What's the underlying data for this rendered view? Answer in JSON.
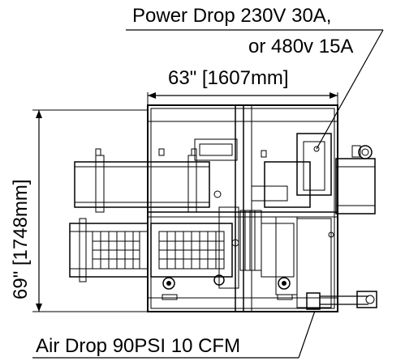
{
  "labels": {
    "power_line1": "Power Drop 230V 30A,",
    "power_line2": "or 480v 15A",
    "width_dimension": "63\" [1607mm]",
    "height_dimension": "69\" [1748mm]",
    "air_drop": "Air Drop 90PSI 10 CFM"
  }
}
